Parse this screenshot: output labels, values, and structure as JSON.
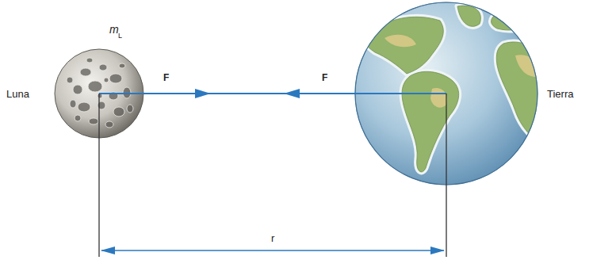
{
  "diagram": {
    "nodes": [
      {
        "text": [
          "Luna"
        ]
      },
      {
        "text": [
          "Tierra"
        ]
      }
    ],
    "labels": [
      "m",
      "L",
      "F",
      "F",
      "r"
    ]
  }
}
